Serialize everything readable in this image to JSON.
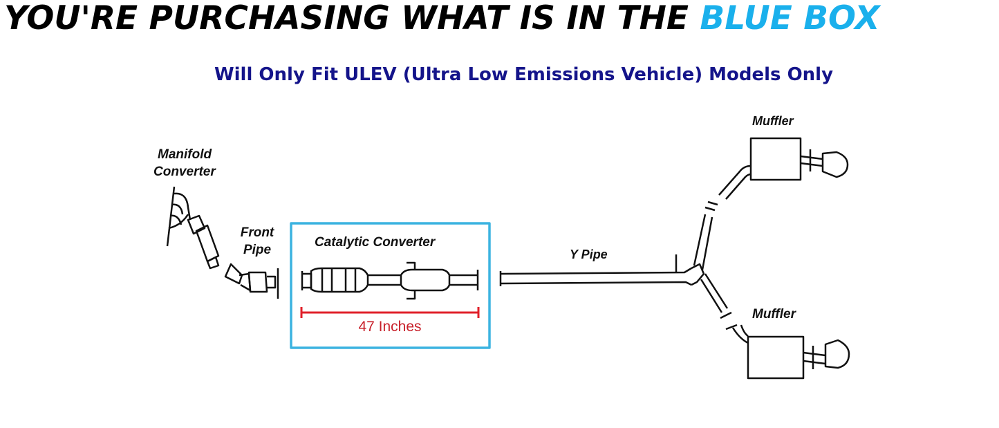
{
  "headline": {
    "black_text": "YOU'RE PURCHASING WHAT IS IN THE",
    "blue_text": "BLUE BOX"
  },
  "subtitle": "Will Only Fit ULEV (Ultra Low Emissions Vehicle) Models Only",
  "labels": {
    "manifold_line1": "Manifold",
    "manifold_line2": "Converter",
    "front_pipe_line1": "Front",
    "front_pipe_line2": "Pipe",
    "catalytic_converter": "Catalytic Converter",
    "y_pipe": "Y Pipe",
    "muffler_upper": "Muffler",
    "muffler_lower": "Muffler"
  },
  "measurement": "47 Inches",
  "colors": {
    "highlight_box": "#3bb3e0",
    "measure": "#e0202a",
    "subtitle": "#14148a",
    "headline_accent": "#1ab0ec"
  }
}
